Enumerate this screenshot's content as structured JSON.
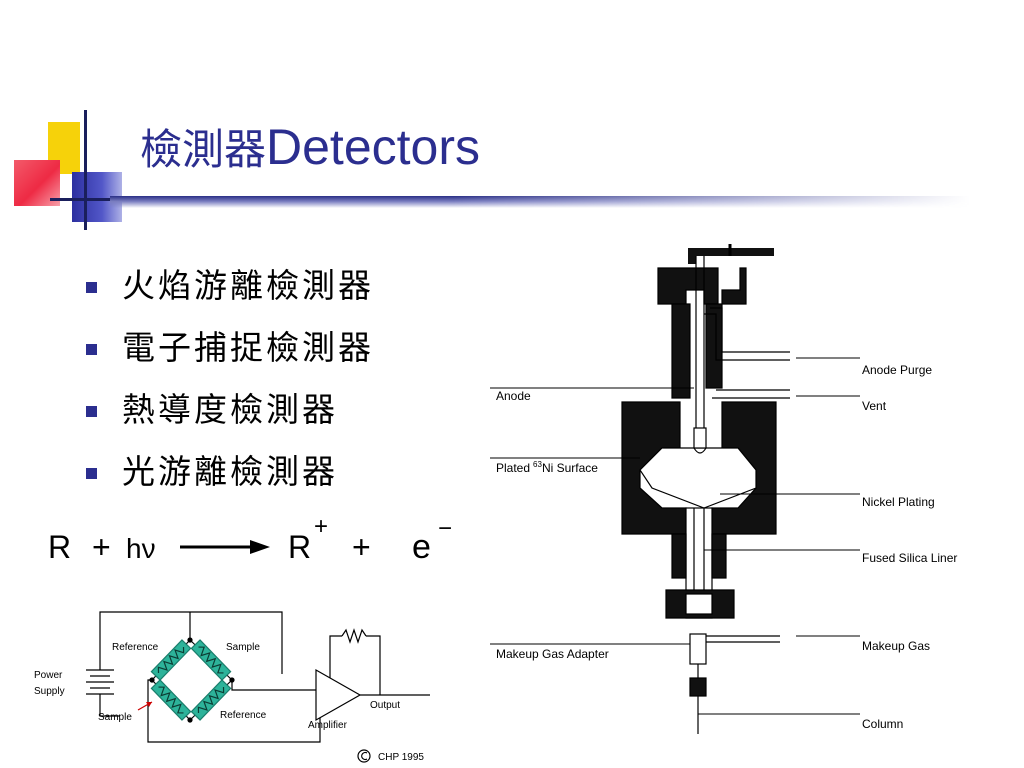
{
  "slide": {
    "title_zh": "檢測器",
    "title_en": "Detectors"
  },
  "bullets": [
    "火焰游離檢測器",
    "電子捕捉檢測器",
    "熱導度檢測器",
    "光游離檢測器"
  ],
  "equation": {
    "reactant": "R",
    "plus": "+",
    "photon": "hν",
    "product_ion": "R",
    "product_charge": "+",
    "electron": "e",
    "electron_charge": "−"
  },
  "circuit": {
    "power_supply_line1": "Power",
    "power_supply_line2": "Supply",
    "reference_top": "Reference",
    "sample_top": "Sample",
    "sample_bottom": "Sample",
    "reference_bottom": "Reference",
    "amplifier": "Amplifier",
    "output": "Output",
    "copyright": "CHP 1995"
  },
  "detector": {
    "anode_purge": "Anode Purge",
    "anode": "Anode",
    "vent": "Vent",
    "plated_ni_prefix": "Plated",
    "plated_ni_sup": "63",
    "plated_ni_suffix": "Ni Surface",
    "nickel_plating": "Nickel Plating",
    "fused_silica_liner": "Fused Silica Liner",
    "makeup_gas": "Makeup Gas",
    "makeup_gas_adapter": "Makeup Gas Adapter",
    "column": "Column"
  },
  "colors": {
    "title": "#2b2e8f",
    "bullet": "#2b2e8f",
    "resistor_fill": "#2db39a"
  }
}
